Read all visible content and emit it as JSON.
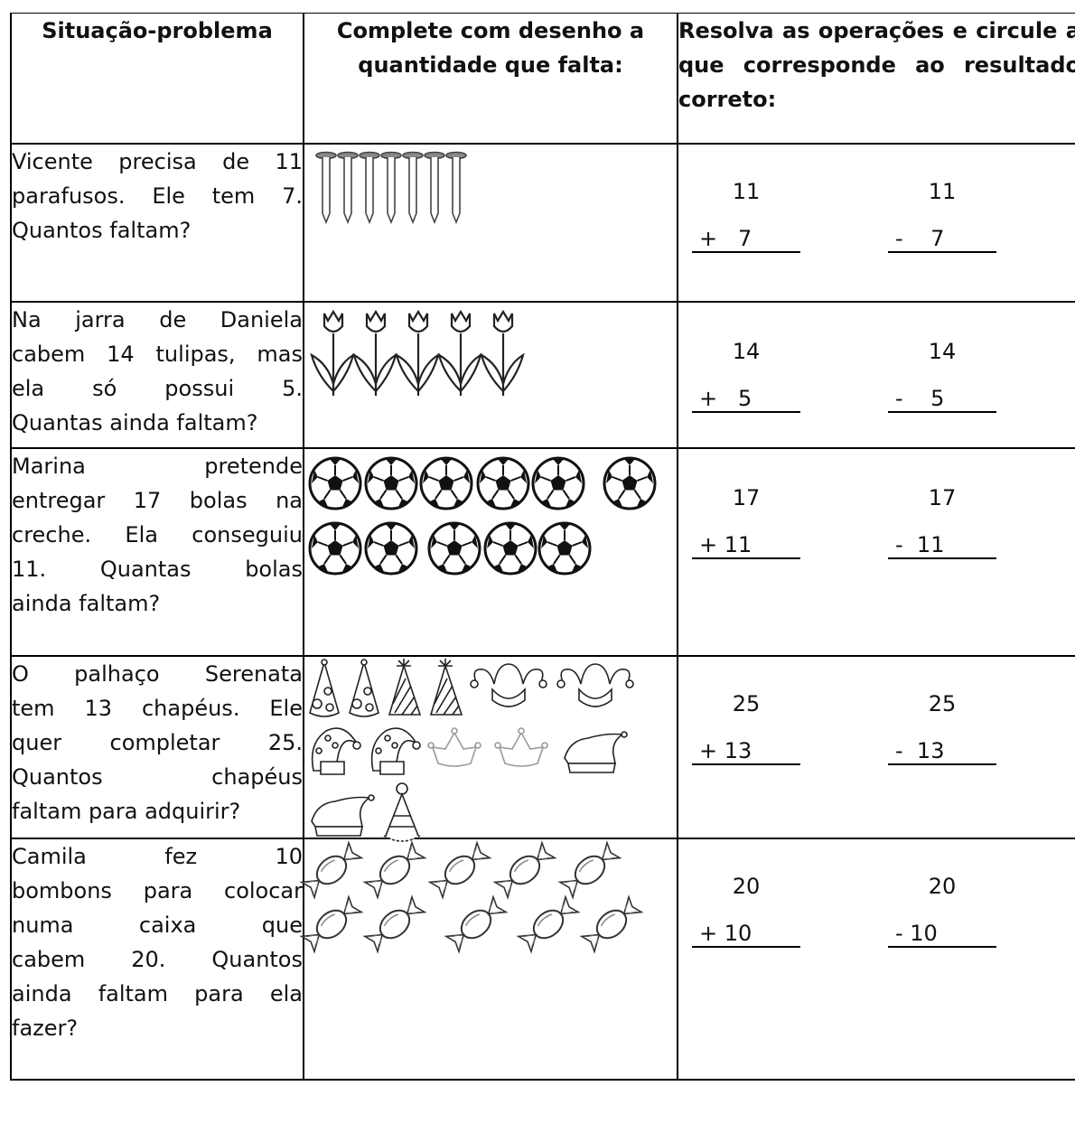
{
  "headers": {
    "col1": "Situação-problema",
    "col2_line1": "Complete com desenho a",
    "col2_line2": "quantidade que falta:",
    "col3_line1": "Resolva as operações e circule a",
    "col3_line2": "que corresponde ao resultado",
    "col3_line3": "correto:"
  },
  "rows": [
    {
      "problem_lines": [
        "Vicente precisa de 11",
        "parafusos. Ele tem 7.",
        "Quantos faltam?"
      ],
      "drawing": "screw-icon",
      "count": 7,
      "add": {
        "top": "11",
        "bottom": "+   7"
      },
      "sub": {
        "top": "11",
        "bottom": "-    7"
      }
    },
    {
      "problem_lines": [
        "Na jarra de Daniela",
        "cabem 14 tulipas, mas",
        "ela só possui 5.",
        "Quantas ainda faltam?"
      ],
      "drawing": "tulip-icon",
      "count": 5,
      "add": {
        "top": "14",
        "bottom": "+   5"
      },
      "sub": {
        "top": "14",
        "bottom": "-    5"
      }
    },
    {
      "problem_lines": [
        "Marina pretende",
        "entregar 17 bolas na",
        "creche. Ela conseguiu",
        "11. Quantas bolas",
        "ainda faltam?"
      ],
      "drawing": "soccer-ball-icon",
      "count": 11,
      "add": {
        "top": "17",
        "bottom": "+ 11"
      },
      "sub": {
        "top": "17",
        "bottom": "-  11"
      }
    },
    {
      "problem_lines": [
        " O palhaço Serenata",
        "tem 13 chapéus. Ele",
        "quer completar 25.",
        "Quantos chapéus",
        "faltam para adquirir?"
      ],
      "drawing": "hat-icon",
      "count": 13,
      "add": {
        "top": "25",
        "bottom": "+ 13"
      },
      "sub": {
        "top": "25",
        "bottom": "-  13"
      }
    },
    {
      "problem_lines": [
        "Camila fez 10",
        "bombons para colocar",
        "numa caixa que",
        "cabem 20. Quantos",
        "ainda faltam para ela",
        "fazer?"
      ],
      "drawing": "candy-icon",
      "count": 10,
      "add": {
        "top": "20",
        "bottom": "+ 10"
      },
      "sub": {
        "top": "20",
        "bottom": "- 10"
      }
    }
  ]
}
